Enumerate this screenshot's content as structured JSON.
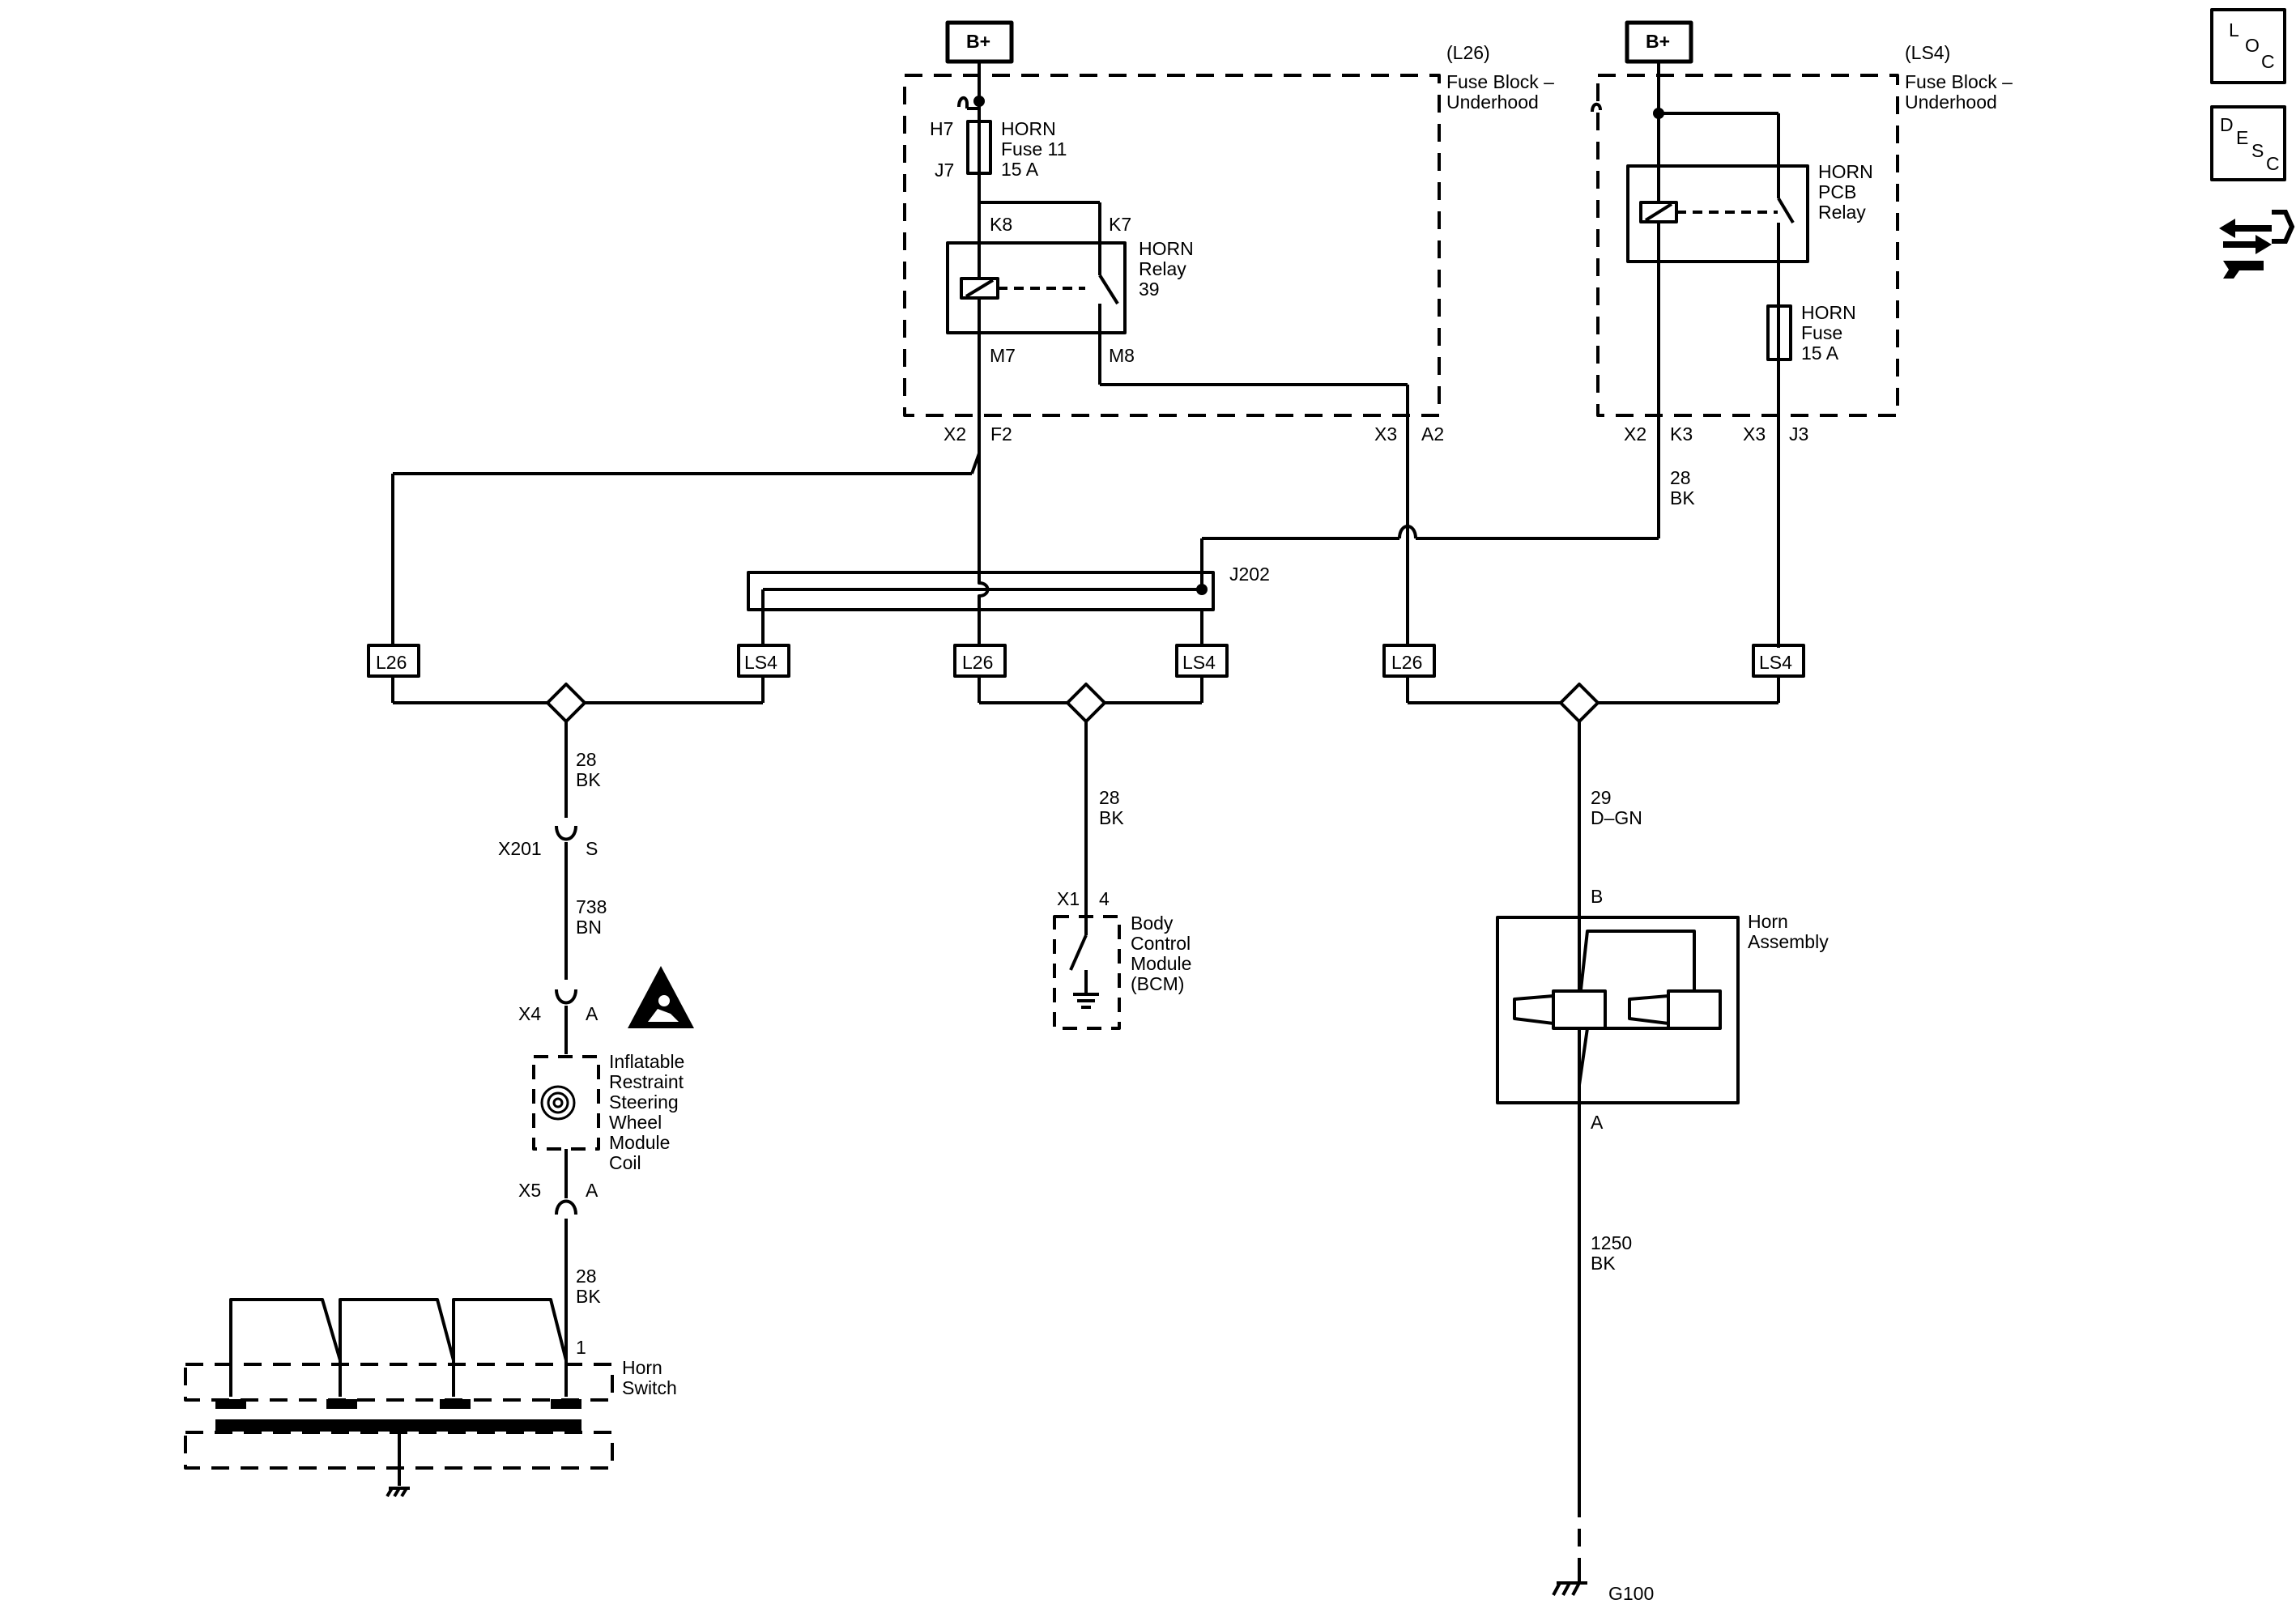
{
  "fuse_blocks": {
    "l26": {
      "option": "(L26)",
      "line1": "Fuse Block –",
      "line2": "Underhood",
      "battery": "B+"
    },
    "ls4": {
      "option": "(LS4)",
      "line1": "Fuse Block –",
      "line2": "Underhood",
      "battery": "B+"
    }
  },
  "l26_parts": {
    "fuse_pin_in": "H7",
    "fuse_pin_out": "J7",
    "fuse_name": "HORN",
    "fuse_num": "Fuse 11",
    "fuse_rating": "15 A",
    "relay_pin_k8": "K8",
    "relay_pin_k7": "K7",
    "relay_name1": "HORN",
    "relay_name2": "Relay",
    "relay_name3": "39",
    "relay_pin_m7": "M7",
    "relay_pin_m8": "M8",
    "conn_x2": "X2",
    "conn_f2": "F2",
    "conn_x3": "X3",
    "conn_a2": "A2"
  },
  "ls4_parts": {
    "relay_name1": "HORN",
    "relay_name2": "PCB",
    "relay_name3": "Relay",
    "fuse_name": "HORN",
    "fuse_line2": "Fuse",
    "fuse_rating": "15 A",
    "conn_x2": "X2",
    "conn_k3": "K3",
    "conn_x3": "X3",
    "conn_j3": "J3",
    "wire_circuit": "28",
    "wire_color": "BK"
  },
  "splice": {
    "name": "J202"
  },
  "options": {
    "l26": "L26",
    "ls4": "LS4"
  },
  "left_branch": {
    "wire1_circuit": "28",
    "wire1_color": "BK",
    "conn_x201": "X201",
    "conn_x201_pin": "S",
    "wire2_circuit": "738",
    "wire2_color": "BN",
    "conn_x4": "X4",
    "conn_x4_pin": "A",
    "coil_l1": "Inflatable",
    "coil_l2": "Restraint",
    "coil_l3": "Steering",
    "coil_l4": "Wheel",
    "coil_l5": "Module",
    "coil_l6": "Coil",
    "conn_x5": "X5",
    "conn_x5_pin": "A",
    "wire3_circuit": "28",
    "wire3_color": "BK",
    "switch_pin": "1",
    "switch_l1": "Horn",
    "switch_l2": "Switch"
  },
  "middle_branch": {
    "wire_circuit": "28",
    "wire_color": "BK",
    "conn_x1": "X1",
    "conn_pin": "4",
    "bcm_l1": "Body",
    "bcm_l2": "Control",
    "bcm_l3": "Module",
    "bcm_l4": "(BCM)"
  },
  "right_branch": {
    "wire1_circuit": "29",
    "wire1_color": "D–GN",
    "pin_b": "B",
    "horn_l1": "Horn",
    "horn_l2": "Assembly",
    "pin_a": "A",
    "wire2_circuit": "1250",
    "wire2_color": "BK",
    "ground": "G100"
  },
  "side_icons": {
    "loc": {
      "l1": "L",
      "l2": "O",
      "l3": "C"
    },
    "desc": {
      "l1": "D",
      "l2": "E",
      "l3": "S",
      "l4": "C"
    },
    "service_icon": "wrench-arrows-icon"
  }
}
